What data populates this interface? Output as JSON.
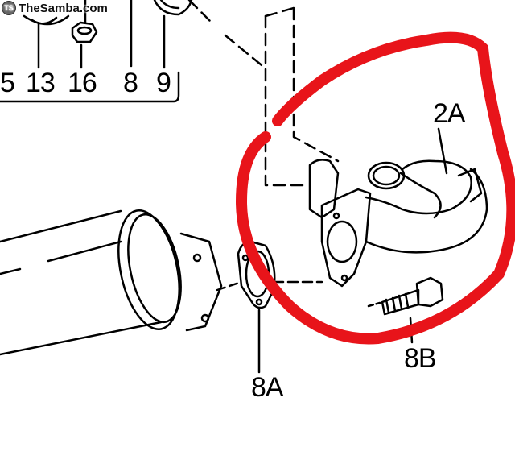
{
  "watermark": {
    "text": "TheSamba.com",
    "logo_text": "TS"
  },
  "labels": {
    "l5": "5",
    "l13": "13",
    "l16": "16",
    "l8": "8",
    "l9": "9",
    "l2a": "2A",
    "l8a": "8A",
    "l8b": "8B"
  },
  "colors": {
    "annotation": "#e8141a",
    "line": "#000000"
  }
}
